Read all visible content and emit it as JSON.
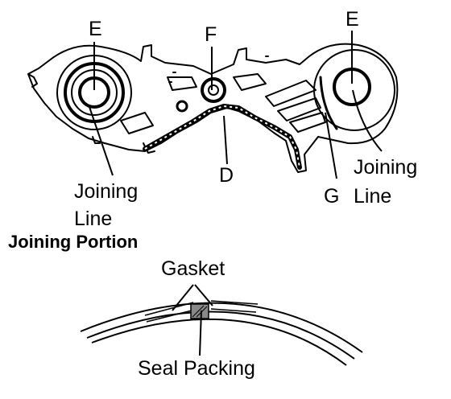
{
  "labels": {
    "e_left": "E",
    "f": "F",
    "e_right": "E",
    "d": "D",
    "g": "G",
    "joining_line_left_1": "Joining",
    "joining_line_left_2": "Line",
    "joining_line_right_1": "Joining",
    "joining_line_right_2": "Line",
    "section_title": "Joining Portion",
    "gasket": "Gasket",
    "seal_packing": "Seal Packing"
  }
}
